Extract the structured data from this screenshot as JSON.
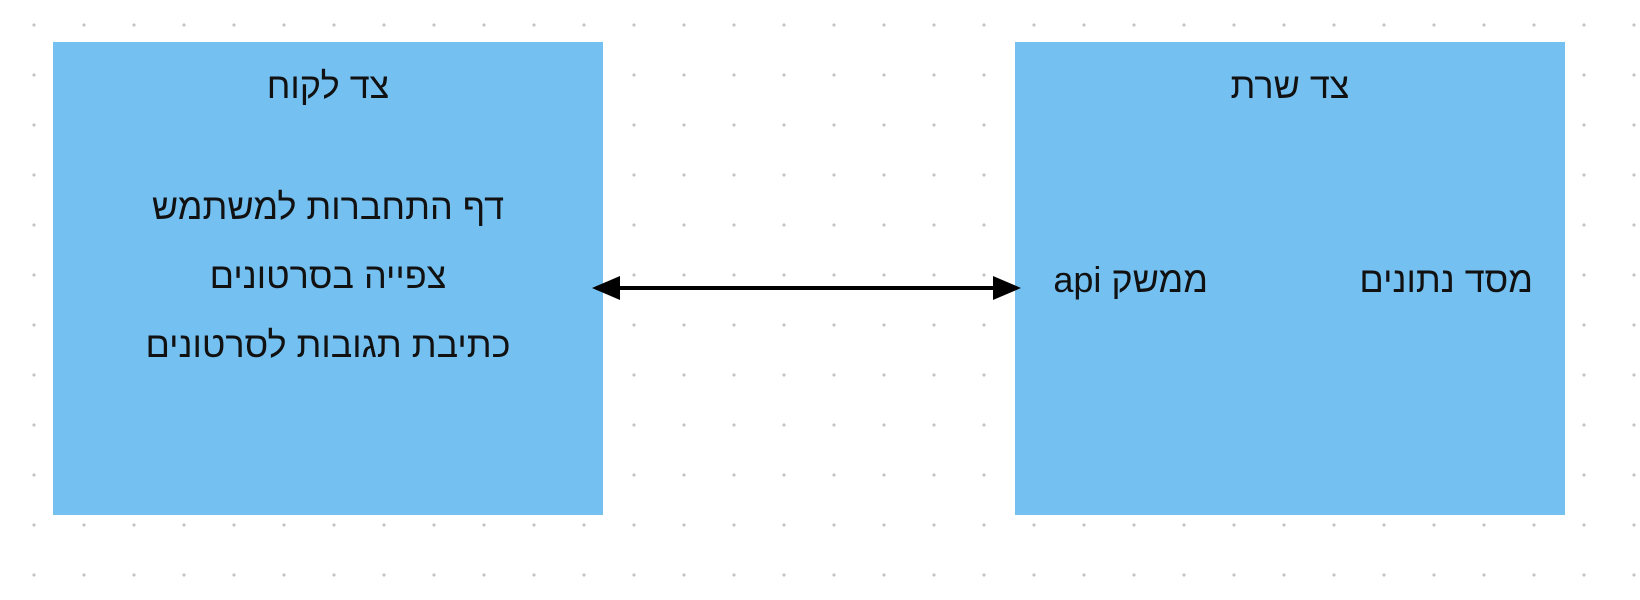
{
  "client": {
    "title": "צד לקוח",
    "items": [
      "דף התחברות למשתמש",
      "צפייה בסרטונים",
      "כתיבת תגובות לסרטונים"
    ]
  },
  "server": {
    "title": "צד שרת",
    "api_label": "ממשק api",
    "db_label": "מסד נתונים"
  },
  "colors": {
    "box_fill": "#74c0f1",
    "text": "#111111",
    "arrow": "#000000",
    "grid_dot": "#c4c4c4"
  },
  "connector": {
    "style": "double-headed-arrow"
  }
}
